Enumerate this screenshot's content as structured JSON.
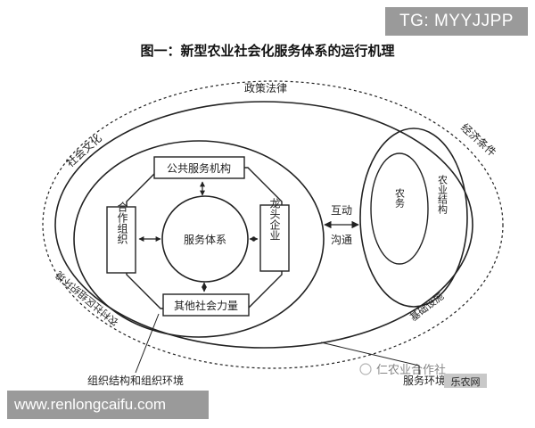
{
  "badge_text": "TG: MYYJJPP",
  "title": "图一：新型农业社会化服务体系的运行机理",
  "outer_ring": {
    "top_label": "政策法律",
    "left_label": "社会文化",
    "right_label": "经济条件",
    "bottom_left_label": "农村社区组织环境",
    "bottom_right_label": "基础设施"
  },
  "nodes": {
    "public_service": "公共服务机构",
    "cooperative": "合作组织",
    "service_system": "服务体系",
    "leading_enterprise": "龙头企业",
    "other_social": "其他社会力量"
  },
  "connector": {
    "upper": "互动",
    "lower": "沟通"
  },
  "farmer_oval": {
    "inner_label": "农务",
    "outer_label": "农业结构"
  },
  "callouts": {
    "org_env": "组织结构和组织环境",
    "service_env": "服务环境"
  },
  "watermark": {
    "text": "仁农业合作社",
    "tag": "乐农网"
  },
  "site_text": "www.renlongcaifu.com"
}
